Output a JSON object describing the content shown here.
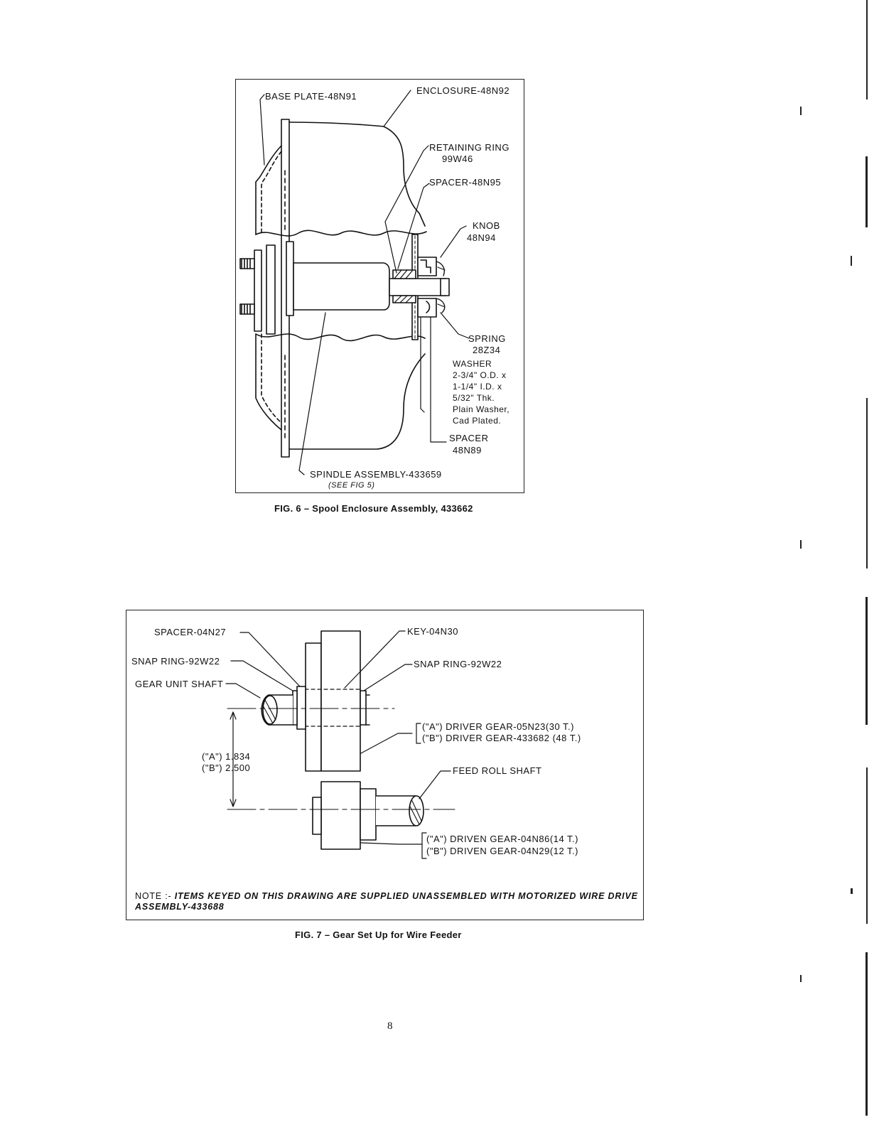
{
  "fig6": {
    "labels": {
      "base_plate": "BASE PLATE-48N91",
      "enclosure": "ENCLOSURE-48N92",
      "retaining_ring_1": "RETAINING RING",
      "retaining_ring_2": "99W46",
      "spacer_top": "SPACER-48N95",
      "knob_1": "KNOB",
      "knob_2": "48N94",
      "spring_1": "SPRING",
      "spring_2": "28Z34",
      "washer_1": "WASHER",
      "washer_2": "2-3/4\" O.D. x",
      "washer_3": "1-1/4\" I.D. x",
      "washer_4": "5/32\" Thk.",
      "washer_5": "Plain Washer,",
      "washer_6": "Cad Plated.",
      "spacer_bottom_1": "SPACER",
      "spacer_bottom_2": "48N89",
      "spindle": "SPINDLE ASSEMBLY-433659",
      "see_fig": "(SEE FIG 5)"
    },
    "caption": "FIG. 6 – Spool Enclosure Assembly, 433662"
  },
  "fig7": {
    "labels": {
      "spacer": "SPACER-04N27",
      "snap_ring_left": "SNAP RING-92W22",
      "gear_unit_shaft": "GEAR UNIT SHAFT",
      "key": "KEY-04N30",
      "snap_ring_right": "SNAP RING-92W22",
      "driver_a": "(\"A\") DRIVER GEAR-05N23(30 T.)",
      "driver_b": "(\"B\") DRIVER GEAR-433682 (48 T.)",
      "dim_a": "(\"A\") 1.834",
      "dim_b": "(\"B\") 2.500",
      "feed_roll_shaft": "FEED ROLL SHAFT",
      "driven_a": "(\"A\") DRIVEN GEAR-04N86(14 T.)",
      "driven_b": "(\"B\") DRIVEN GEAR-04N29(12 T.)"
    },
    "note_prefix": "NOTE :-",
    "note_text": "ITEMS KEYED ON THIS DRAWING ARE SUPPLIED UNASSEMBLED WITH MOTORIZED WIRE DRIVE ASSEMBLY-433688",
    "caption": "FIG. 7 – Gear Set Up for Wire Feeder"
  },
  "page_number": "8"
}
